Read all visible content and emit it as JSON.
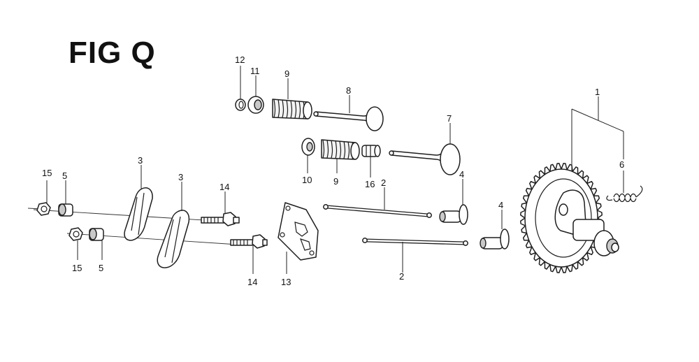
{
  "figure": {
    "title": "FIG Q"
  },
  "callouts": {
    "c1": "1",
    "c2a": "2",
    "c2b": "2",
    "c3a": "3",
    "c3b": "3",
    "c4a": "4",
    "c4b": "4",
    "c5a": "5",
    "c5b": "5",
    "c6": "6",
    "c7": "7",
    "c8": "8",
    "c9a": "9",
    "c9b": "9",
    "c10": "10",
    "c11": "11",
    "c12": "12",
    "c13": "13",
    "c14a": "14",
    "c14b": "14",
    "c15a": "15",
    "c15b": "15",
    "c16": "16"
  }
}
